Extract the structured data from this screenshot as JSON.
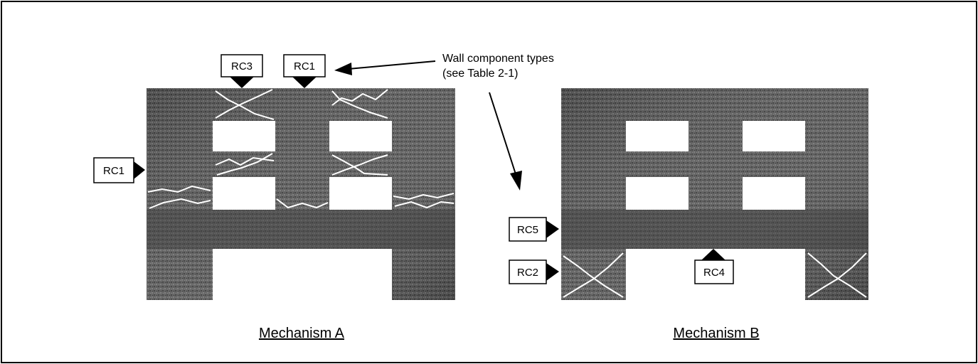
{
  "annotation": {
    "line1": "Wall component types",
    "line2": "(see Table 2-1)"
  },
  "mechanism_a": {
    "caption": "Mechanism A",
    "tags": {
      "top_left": "RC3",
      "top_right": "RC1",
      "left": "RC1"
    }
  },
  "mechanism_b": {
    "caption": "Mechanism B",
    "tags": {
      "upper_left": "RC5",
      "lower_left": "RC2",
      "bottom_center": "RC4"
    }
  },
  "colors": {
    "wall": "#5e5e5e",
    "wall_dark": "#3a3a3a",
    "opening": "#ffffff",
    "crack": "#ffffff",
    "frame": "#000000"
  }
}
